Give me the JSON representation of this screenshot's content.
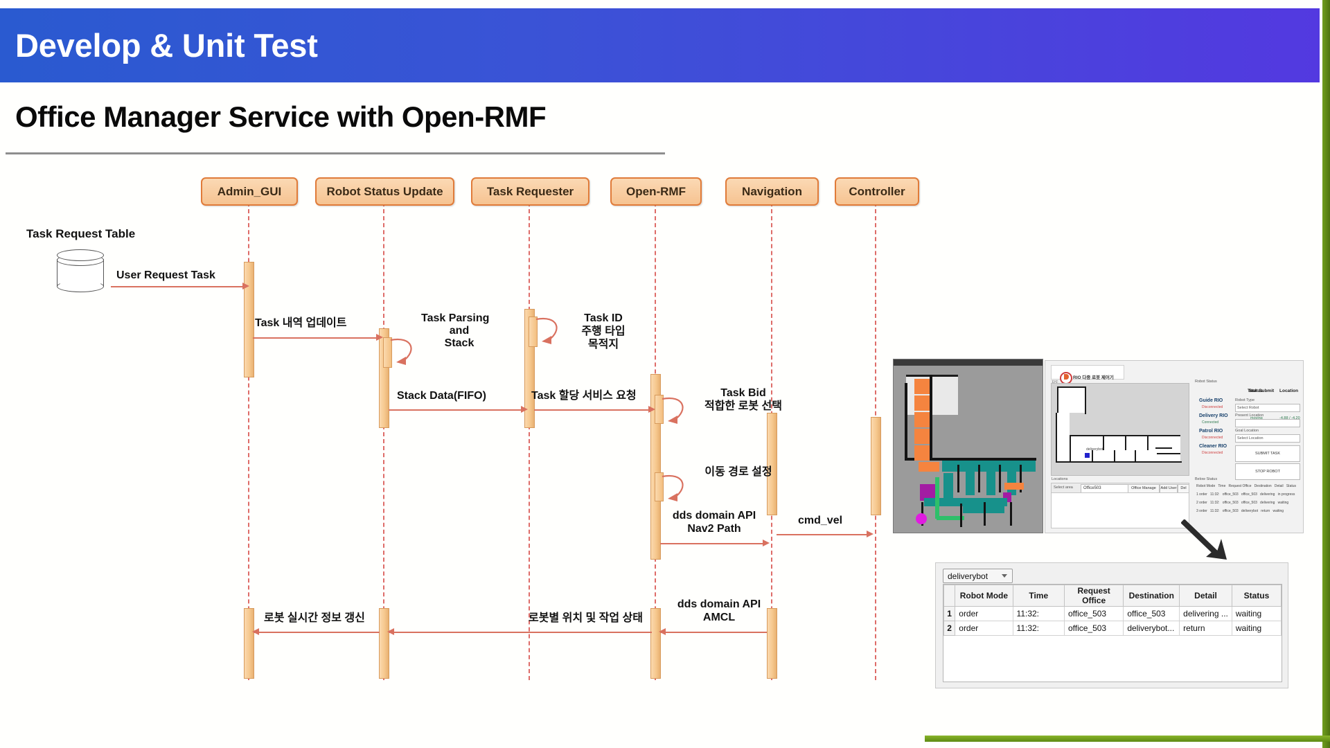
{
  "slide": {
    "header_title": "Develop & Unit Test",
    "subtitle": "Office Manager Service with Open-RMF",
    "accent_header_left": "#2a5ad0",
    "accent_header_right": "#5339e0",
    "accent_green": "#6f9e1e",
    "accent_participant_border": "#e07b39",
    "accent_lifeline": "#d9534f",
    "accent_message": "#d9715f"
  },
  "sequence": {
    "participants": [
      {
        "label": "Admin_GUI"
      },
      {
        "label": "Robot Status Update"
      },
      {
        "label": "Task Requester"
      },
      {
        "label": "Open-RMF"
      },
      {
        "label": "Navigation"
      },
      {
        "label": "Controller"
      }
    ],
    "datastore": {
      "label": "Task Request Table",
      "icon": "database-cylinder-icon"
    },
    "messages": [
      {
        "id": "user-request-task",
        "label": "User Request Task",
        "from": "Task Request Table",
        "to": "Admin_GUI",
        "kind": "call"
      },
      {
        "id": "task-history-update",
        "label": "Task 내역 업데이트",
        "from": "Admin_GUI",
        "to": "Robot Status Update",
        "kind": "call"
      },
      {
        "id": "task-parsing-and-stack",
        "label": "Task Parsing\nand\nStack",
        "line1": "Task Parsing",
        "line2": "and",
        "line3": "Stack",
        "from": "Robot Status Update",
        "to": "Robot Status Update",
        "kind": "self"
      },
      {
        "id": "task-id-info",
        "label": "Task ID\n주행 타입\n목적지",
        "line1": "Task ID",
        "line2": "주행 타입",
        "line3": "목적지",
        "from": "Task Requester",
        "to": "Task Requester",
        "kind": "self"
      },
      {
        "id": "stack-data-fifo",
        "label": "Stack Data(FIFO)",
        "from": "Robot Status Update",
        "to": "Task Requester",
        "kind": "call"
      },
      {
        "id": "task-assign-service-request",
        "label": "Task 할당 서비스 요청",
        "from": "Task Requester",
        "to": "Open-RMF",
        "kind": "call"
      },
      {
        "id": "task-bid",
        "label": "Task Bid\n적합한 로봇 선택",
        "line1": "Task Bid",
        "line2": "적합한 로봇 선택",
        "from": "Open-RMF",
        "to": "Open-RMF",
        "kind": "self"
      },
      {
        "id": "path-planning",
        "label": "이동 경로 설정",
        "line1": "이동 경로 설정",
        "from": "Open-RMF",
        "to": "Open-RMF",
        "kind": "self"
      },
      {
        "id": "dds-nav2-path",
        "label": "dds domain API\nNav2 Path",
        "line1": "dds domain API",
        "line2": "Nav2 Path",
        "from": "Open-RMF",
        "to": "Navigation",
        "kind": "call"
      },
      {
        "id": "cmd-vel",
        "label": "cmd_vel",
        "line1": "cmd_vel",
        "from": "Navigation",
        "to": "Controller",
        "kind": "call"
      },
      {
        "id": "dds-amcl",
        "label": "dds domain API\nAMCL",
        "line1": "dds domain API",
        "line2": "AMCL",
        "from": "Navigation",
        "to": "Open-RMF",
        "kind": "return"
      },
      {
        "id": "robot-pose-and-task-state",
        "label": "로봇별 위치 및 작업 상태",
        "from": "Open-RMF",
        "to": "Robot Status Update",
        "kind": "return"
      },
      {
        "id": "robot-realtime-info-update",
        "label": "로봇 실시간 정보 갱신",
        "from": "Robot Status Update",
        "to": "Admin_GUI",
        "kind": "return"
      }
    ]
  },
  "screenshots": {
    "rviz": {
      "name": "rviz-map-screenshot"
    },
    "dashboard": {
      "name": "rmf-dashboard-screenshot",
      "brand": "RIO 다중 로봇 제어기",
      "map_section_label": "지도",
      "robot_status_label": "Robot Status",
      "locations_label": "Locations",
      "below_label": "Below Status",
      "columns": [
        "Status",
        "Location",
        "Task Submit"
      ],
      "robots": [
        {
          "name": "Guide RIO",
          "state": "Disconnected",
          "status": "",
          "location": ""
        },
        {
          "name": "Delivery RIO",
          "state": "Connected",
          "status": "moving",
          "location": "-4.88 / -4.20"
        },
        {
          "name": "Patrol RIO",
          "state": "Disconnected",
          "status": "-",
          "location": ""
        },
        {
          "name": "Cleaner RIO",
          "state": "Disconnected",
          "status": "-",
          "location": ""
        }
      ],
      "task_submit": {
        "robot_type_label": "Robot Type",
        "robot_type_value": "Select Robot",
        "present_location_label": "Present Location",
        "present_location_value": "",
        "goal_location_label": "Goal Location",
        "goal_location_value": "Select Location",
        "submit_button": "SUBMIT TASK",
        "stop_button": "STOP ROBOT"
      },
      "location_select": "Office503",
      "location_buttons": [
        "Office Manage",
        "Add User",
        "Del User"
      ],
      "mini_table_headers": [
        "Robot Mode",
        "Time",
        "Request Office",
        "Destination",
        "Detail",
        "Status"
      ],
      "mini_table_rows": [
        [
          "1",
          "order",
          "11:32:",
          "office_503",
          "office_503",
          "delivering",
          "in progress"
        ],
        [
          "2",
          "order",
          "11:32:",
          "office_503",
          "office_503",
          "delivering",
          "waiting"
        ],
        [
          "3",
          "order",
          "11:32:",
          "office_503",
          "deliverybot",
          "return",
          "waiting"
        ]
      ],
      "bot_marker_label": "deliverybot"
    }
  },
  "task_table": {
    "name": "task-table-screenshot",
    "combo_value": "deliverybot",
    "headers": [
      "Robot Mode",
      "Time",
      "Request Office",
      "Destination",
      "Detail",
      "Status"
    ],
    "rows": [
      {
        "num": "1",
        "robot_mode": "order",
        "time": "11:32:",
        "request_office": "office_503",
        "destination": "office_503",
        "detail": "delivering ...",
        "status": "waiting"
      },
      {
        "num": "2",
        "robot_mode": "order",
        "time": "11:32:",
        "request_office": "office_503",
        "destination": "deliverybot...",
        "detail": "return",
        "status": "waiting"
      }
    ]
  }
}
